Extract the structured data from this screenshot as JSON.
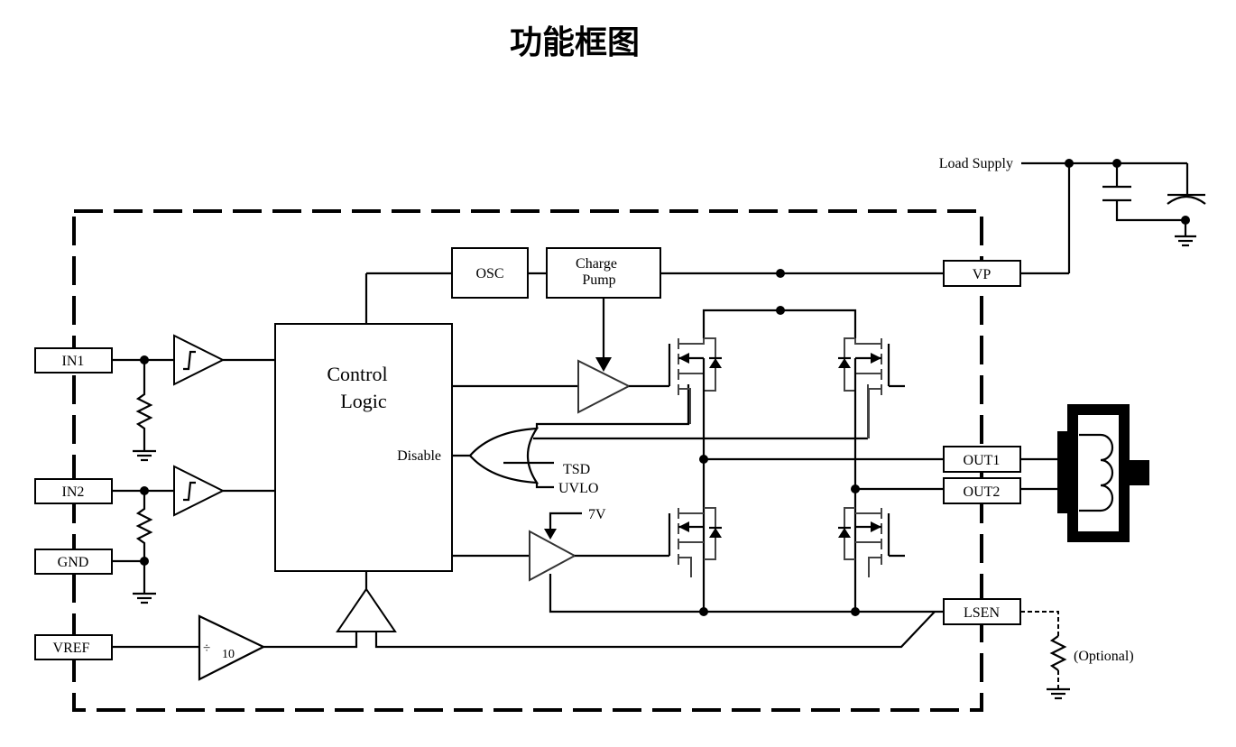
{
  "title": "功能框图",
  "pins": {
    "in1": "IN1",
    "in2": "IN2",
    "gnd": "GND",
    "vref": "VREF",
    "vp": "VP",
    "out1": "OUT1",
    "out2": "OUT2",
    "lsen": "LSEN"
  },
  "blocks": {
    "osc": "OSC",
    "charge_pump_line1": "Charge",
    "charge_pump_line2": "Pump",
    "control_logic_line1": "Control",
    "control_logic_line2": "Logic",
    "disable": "Disable",
    "divider_symbol": "÷",
    "divider_value": "10"
  },
  "signals": {
    "tsd": "TSD",
    "uvlo": "UVLO",
    "ref_7v": "7V"
  },
  "external": {
    "load_supply": "Load Supply",
    "optional": "(Optional)"
  }
}
